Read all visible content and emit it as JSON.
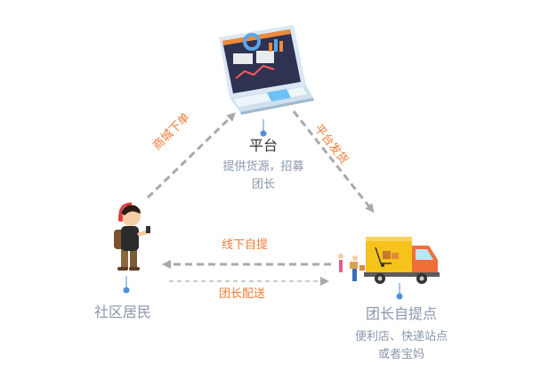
{
  "nodes": {
    "platform": {
      "title": "平台",
      "desc_line1": "提供货源，招募",
      "desc_line2": "团长"
    },
    "resident": {
      "title": "社区居民"
    },
    "leader": {
      "title": "团长自提点",
      "desc_line1": "便利店、快递站点",
      "desc_line2": "或者宝妈"
    }
  },
  "edges": {
    "mall_order": "商城下单",
    "platform_ship": "平台发货",
    "offline_pickup": "线下自提",
    "leader_delivery": "团长配送"
  },
  "colors": {
    "accent": "#ee7b33",
    "arrow_gray": "#a9a9a9",
    "dot_blue": "#4f8fdb",
    "text_gray": "#8a96ad"
  }
}
